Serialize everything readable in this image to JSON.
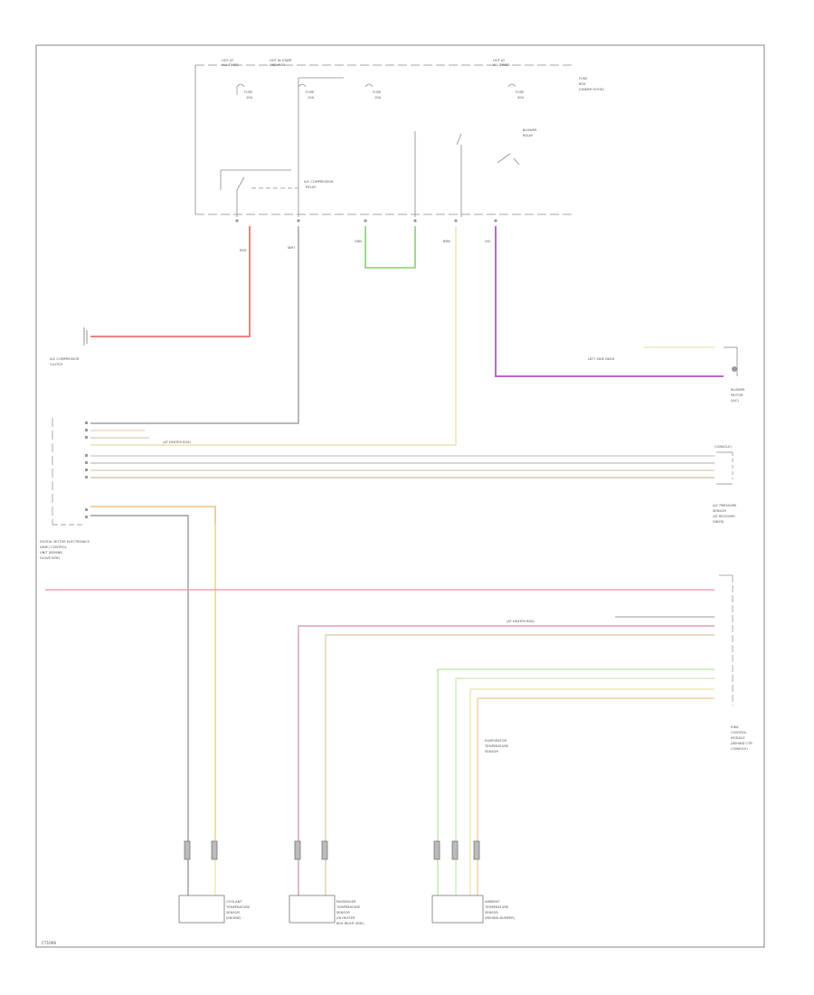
{
  "labels": {
    "hot_a": "HOT AT",
    "all_times_a": "ALL TIMES",
    "hot_run_start": "HOT IN START",
    "run_start_sub": "AND RUN",
    "hot_b": "HOT AT",
    "all_times_b": "ALL TIMES",
    "fuse_box": "FUSE",
    "fuse_box_2": "BOX",
    "fuse_box_3": "(UNDER HOOD)",
    "fuse_a": "FUSE",
    "fuse_a_val": "10A",
    "fuse_b": "FUSE",
    "fuse_b_val": "10A",
    "fuse_c": "FUSE",
    "fuse_c_val": "10A",
    "fuse_d": "FUSE",
    "fuse_d_val": "30A",
    "relay_a": "A/C COMPRESSOR",
    "relay_a_2": "RELAY",
    "blower_relay": "BLOWER",
    "blower_relay_2": "RELAY",
    "ac_clutch": "A/C COMPRESSOR",
    "ac_clutch_2": "CLUTCH",
    "wire_red": "RED",
    "wire_grn": "GRN",
    "wire_vio": "VIO",
    "wire_wht": "WHT",
    "wire_brn": "BRN",
    "blower_motor": "BLOWER",
    "blower_motor_2": "MOTOR",
    "blower_motor_3": "(A/C)",
    "pressure_sensor": "A/C PRESSURE",
    "pressure_sensor_2": "SENSOR",
    "pressure_sensor_3": "(AT RECEIVER",
    "pressure_sensor_4": "DRIER)",
    "control_unit": "DIGITAL MOTOR ELECTRONICS",
    "control_unit_2": "(DME) CONTROL",
    "control_unit_3": "UNIT (BEHIND",
    "control_unit_4": "GLOVE BOX)",
    "left_dash": "LEFT SIDE DASH",
    "ihka": "IHKA",
    "ihka_2": "CONTROL",
    "ihka_3": "MODULE",
    "ihka_4": "(BEHIND CTR",
    "ihka_5": "CONSOLE)",
    "evap_sensor": "EVAPORATOR",
    "evap_sensor_2": "TEMPERATURE",
    "evap_sensor_3": "SENSOR",
    "evap_sensor_4": "(AT HEATER BOX)",
    "temp_a": "COOLANT",
    "temp_a_2": "TEMPERATURE",
    "temp_a_3": "SENSOR",
    "temp_a_4": "(ENGINE)",
    "temp_b": "PASSENGER",
    "temp_b_2": "TEMPERATURE",
    "temp_b_3": "SENSOR",
    "temp_b_4": "(IN HEATER",
    "temp_b_5": "BOX RIGHT SIDE)",
    "temp_c": "AMBIENT",
    "temp_c_2": "TEMPERATURE",
    "temp_c_3": "SENSOR",
    "temp_c_4": "(BEHIND BUMPER)",
    "footer": "CT1096"
  }
}
